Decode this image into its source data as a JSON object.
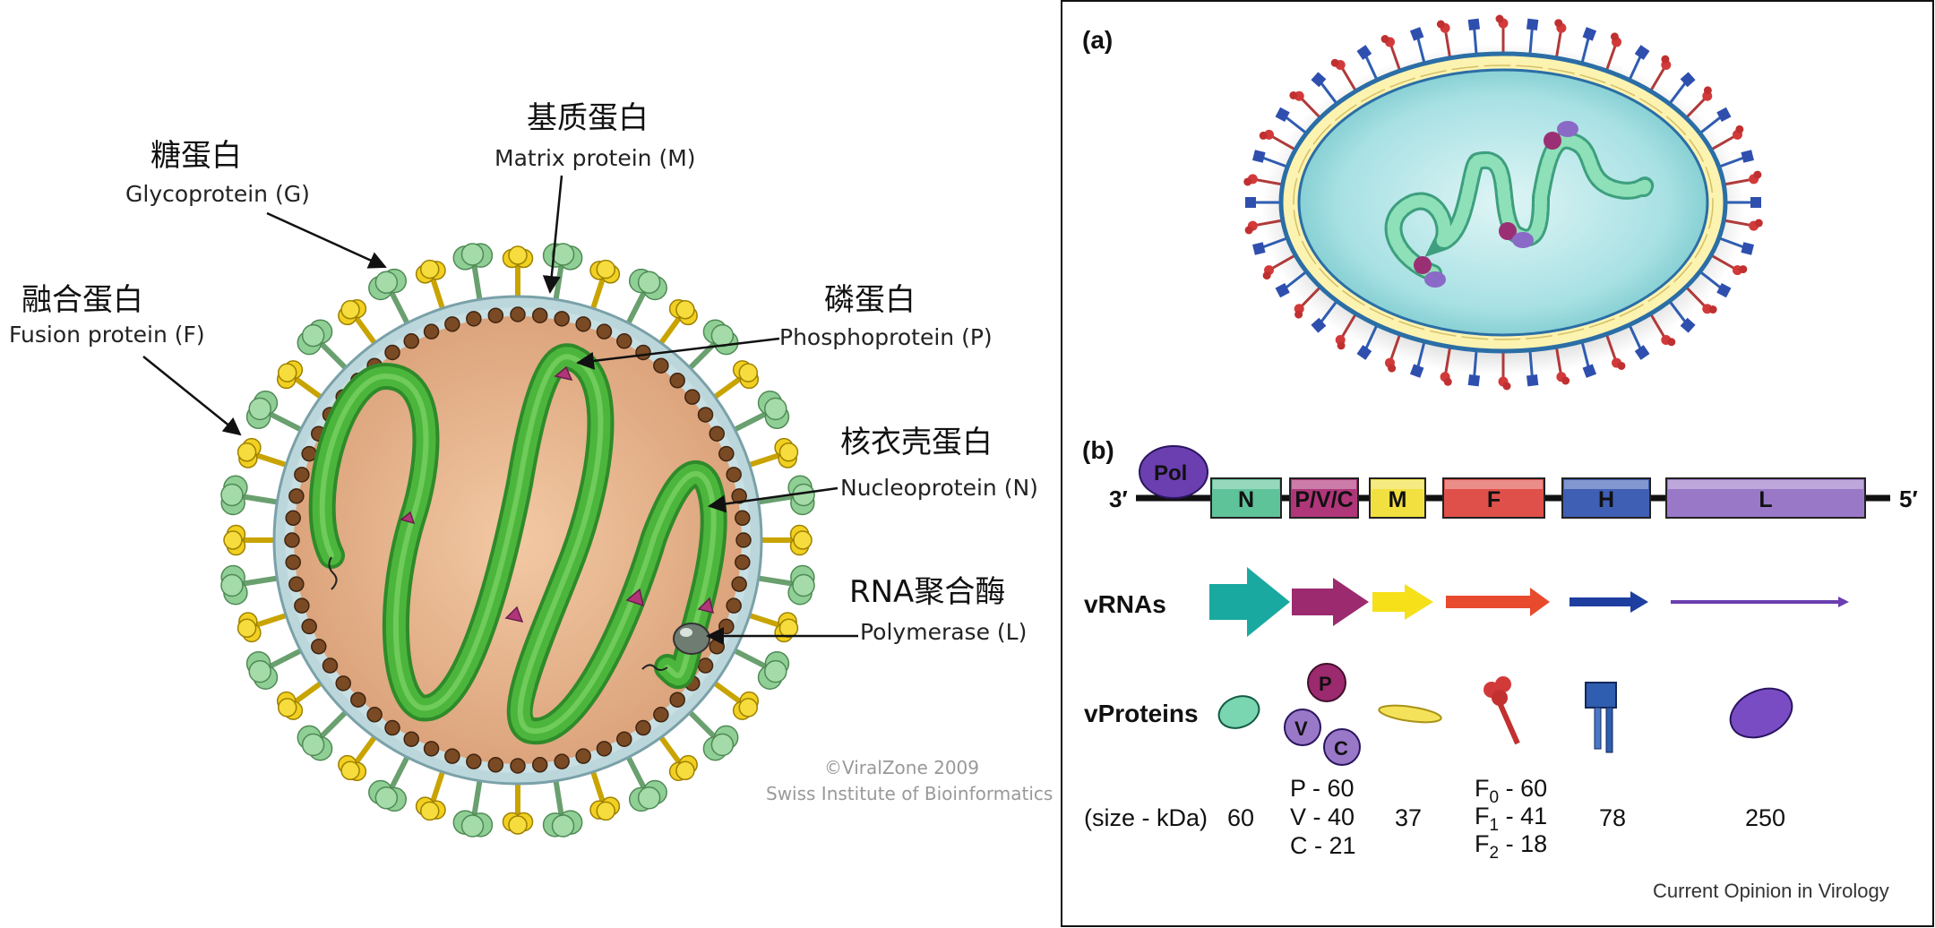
{
  "left": {
    "labels": {
      "glycoprotein_zh": "糖蛋白",
      "glycoprotein_en": "Glycoprotein (G)",
      "matrix_zh": "基质蛋白",
      "matrix_en": "Matrix protein (M)",
      "fusion_zh": "融合蛋白",
      "fusion_en": "Fusion protein (F)",
      "phospho_zh": "磷蛋白",
      "phospho_en": "Phosphoprotein  (P)",
      "nucleo_zh": "核衣壳蛋白",
      "nucleo_en": "Nucleoprotein  (N)",
      "polymerase_zh": "RNA聚合酶",
      "polymerase_en": "Polymerase  (L)"
    },
    "credit_line1": "©ViralZone 2009",
    "credit_line2": "Swiss Institute of Bioinformatics"
  },
  "right": {
    "panel_a": "(a)",
    "panel_b": "(b)",
    "genome": {
      "end3": "3′",
      "end5": "5′",
      "pol": "Pol",
      "genes": [
        {
          "label": "N",
          "color": "#5fc39a"
        },
        {
          "label": "P/V/C",
          "color": "#b0367a"
        },
        {
          "label": "M",
          "color": "#f2e040"
        },
        {
          "label": "F",
          "color": "#e0504a"
        },
        {
          "label": "H",
          "color": "#3f5fb5"
        },
        {
          "label": "L",
          "color": "#9a78c8"
        }
      ]
    },
    "vrnas_label": "vRNAs",
    "vproteins_label": "vProteins",
    "protein_letters": {
      "p": "P",
      "v": "V",
      "c": "C"
    },
    "sizes": {
      "label": "(size - kDa)",
      "n": "60",
      "pvc": [
        "P - 60",
        "V - 40",
        "C - 21"
      ],
      "m": "37",
      "f0_pre": "F",
      "f0_sub": "0",
      "f0_val": " - 60",
      "f1_pre": "F",
      "f1_sub": "1",
      "f1_val": " - 41",
      "f2_pre": "F",
      "f2_sub": "2",
      "f2_val": " - 18",
      "h": "78",
      "l": "250"
    },
    "source": "Current Opinion in Virology"
  }
}
